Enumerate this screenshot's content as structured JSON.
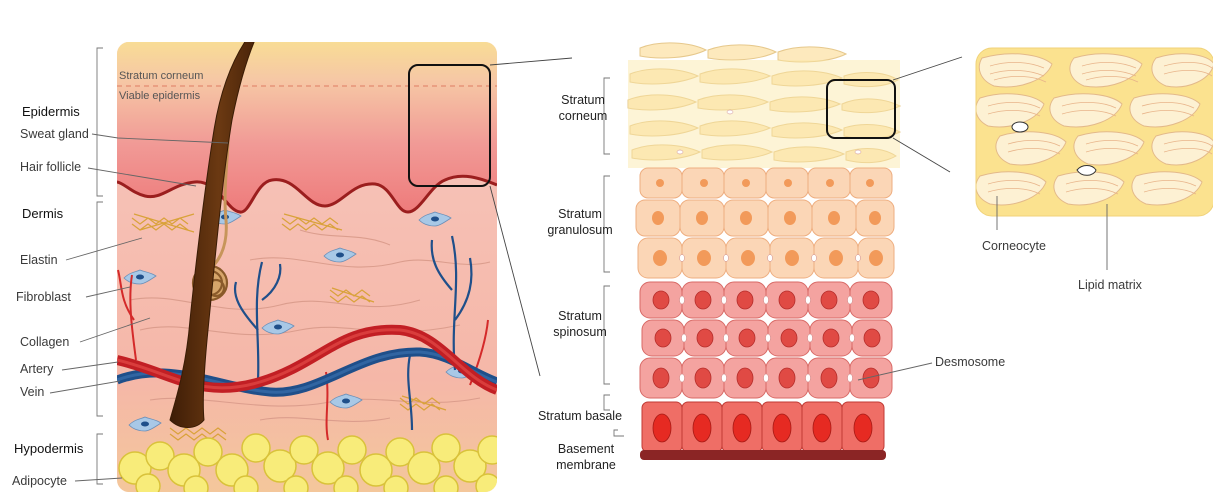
{
  "left_panel": {
    "layer_labels": {
      "epidermis": "Epidermis",
      "dermis": "Dermis",
      "hypodermis": "Hypodermis"
    },
    "inner_labels": {
      "stratum_corneum": "Stratum corneum",
      "viable_epidermis": "Viable epidermis"
    },
    "structure_labels": [
      {
        "key": "sweat_gland",
        "text": "Sweat gland"
      },
      {
        "key": "hair_follicle",
        "text": "Hair follicle"
      },
      {
        "key": "elastin",
        "text": "Elastin"
      },
      {
        "key": "fibroblast",
        "text": "Fibroblast"
      },
      {
        "key": "collagen",
        "text": "Collagen"
      },
      {
        "key": "artery",
        "text": "Artery"
      },
      {
        "key": "vein",
        "text": "Vein"
      },
      {
        "key": "adipocyte",
        "text": "Adipocyte"
      }
    ]
  },
  "middle_panel": {
    "stratum_corneum": [
      "Stratum",
      "corneum"
    ],
    "stratum_granulosum": [
      "Stratum",
      "granulosum"
    ],
    "stratum_spinosum": [
      "Stratum",
      "spinosum"
    ],
    "stratum_basale": "Stratum basale",
    "basement_membrane": [
      "Basement",
      "membrane"
    ],
    "desmosome": "Desmosome"
  },
  "right_panel": {
    "corneocyte": "Corneocyte",
    "lipid_matrix": "Lipid matrix"
  },
  "colors": {
    "corneum": "#f5dc9a",
    "epidermis_pink": "#ef8a86",
    "dermis": "#f6bfb0",
    "hypodermis_fat": "#f8ec7a",
    "hair": "#5a2d0c",
    "artery": "#d42a2a",
    "vein": "#1f4f8a",
    "granular_cell": "#fbd3b0",
    "spinous_cell": "#f39b98",
    "basal_cell": "#e6524b",
    "nucleus": "#e03a30",
    "basement": "#8b2525"
  }
}
